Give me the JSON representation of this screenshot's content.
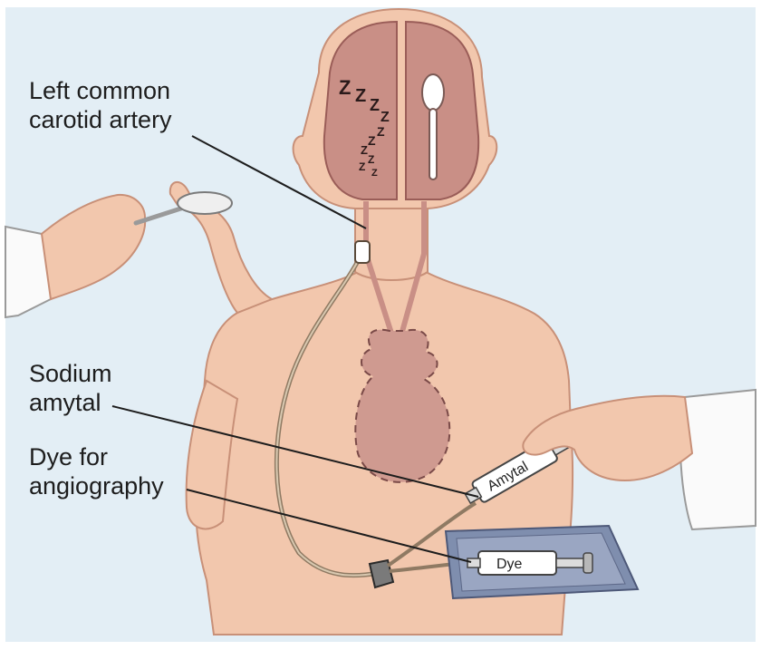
{
  "labels": {
    "carotid": {
      "line1": "Left common",
      "line2": "carotid artery"
    },
    "sodium": {
      "line1": "Sodium",
      "line2": "amytal"
    },
    "dye": {
      "line1": "Dye for",
      "line2": "angiography"
    }
  },
  "syringe_labels": {
    "amytal": "Amytal",
    "dye": "Dye"
  },
  "sleep_letters": [
    "Z",
    "Z",
    "Z",
    "Z",
    "Z",
    "Z",
    "Z",
    "Z",
    "Z",
    "Z"
  ],
  "colors": {
    "background": "#e3eef5",
    "skin": "#f2c7ad",
    "skin_shadow": "#dfa88c",
    "brain": "#c98f86",
    "brain_dark": "#b37470",
    "heart": "#cf9a90",
    "tube": "#8f7a63",
    "coat": "#fafafa",
    "tray": "#7f8eae",
    "ink": "#1d1d1d"
  }
}
